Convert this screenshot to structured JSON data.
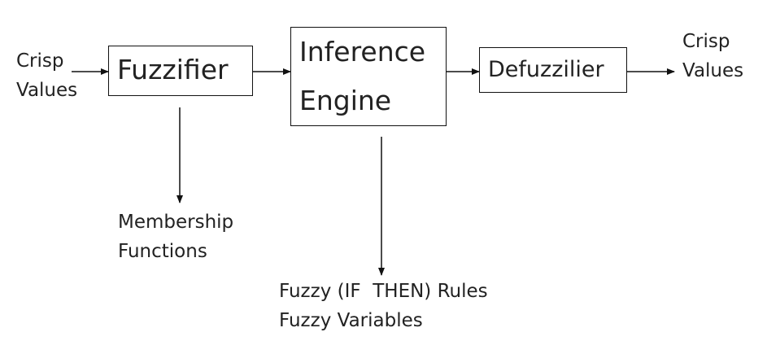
{
  "diagram": {
    "input_label": {
      "line1": "Crisp",
      "line2": "Values"
    },
    "output_label": {
      "line1": "Crisp",
      "line2": "Values"
    },
    "fuzzifier": {
      "label": "Fuzzifier"
    },
    "inference_engine": {
      "line1": "Inference",
      "line2": "Engine"
    },
    "defuzzifier": {
      "label": "Defuzzilier"
    },
    "membership_note": {
      "line1": "Membership",
      "line2": "Functions"
    },
    "rules_note": {
      "line1": "Fuzzy (IF  THEN) Rules",
      "line2": "Fuzzy Variables"
    },
    "colors": {
      "stroke": "#111111",
      "text": "#222222",
      "background": "#ffffff"
    }
  }
}
